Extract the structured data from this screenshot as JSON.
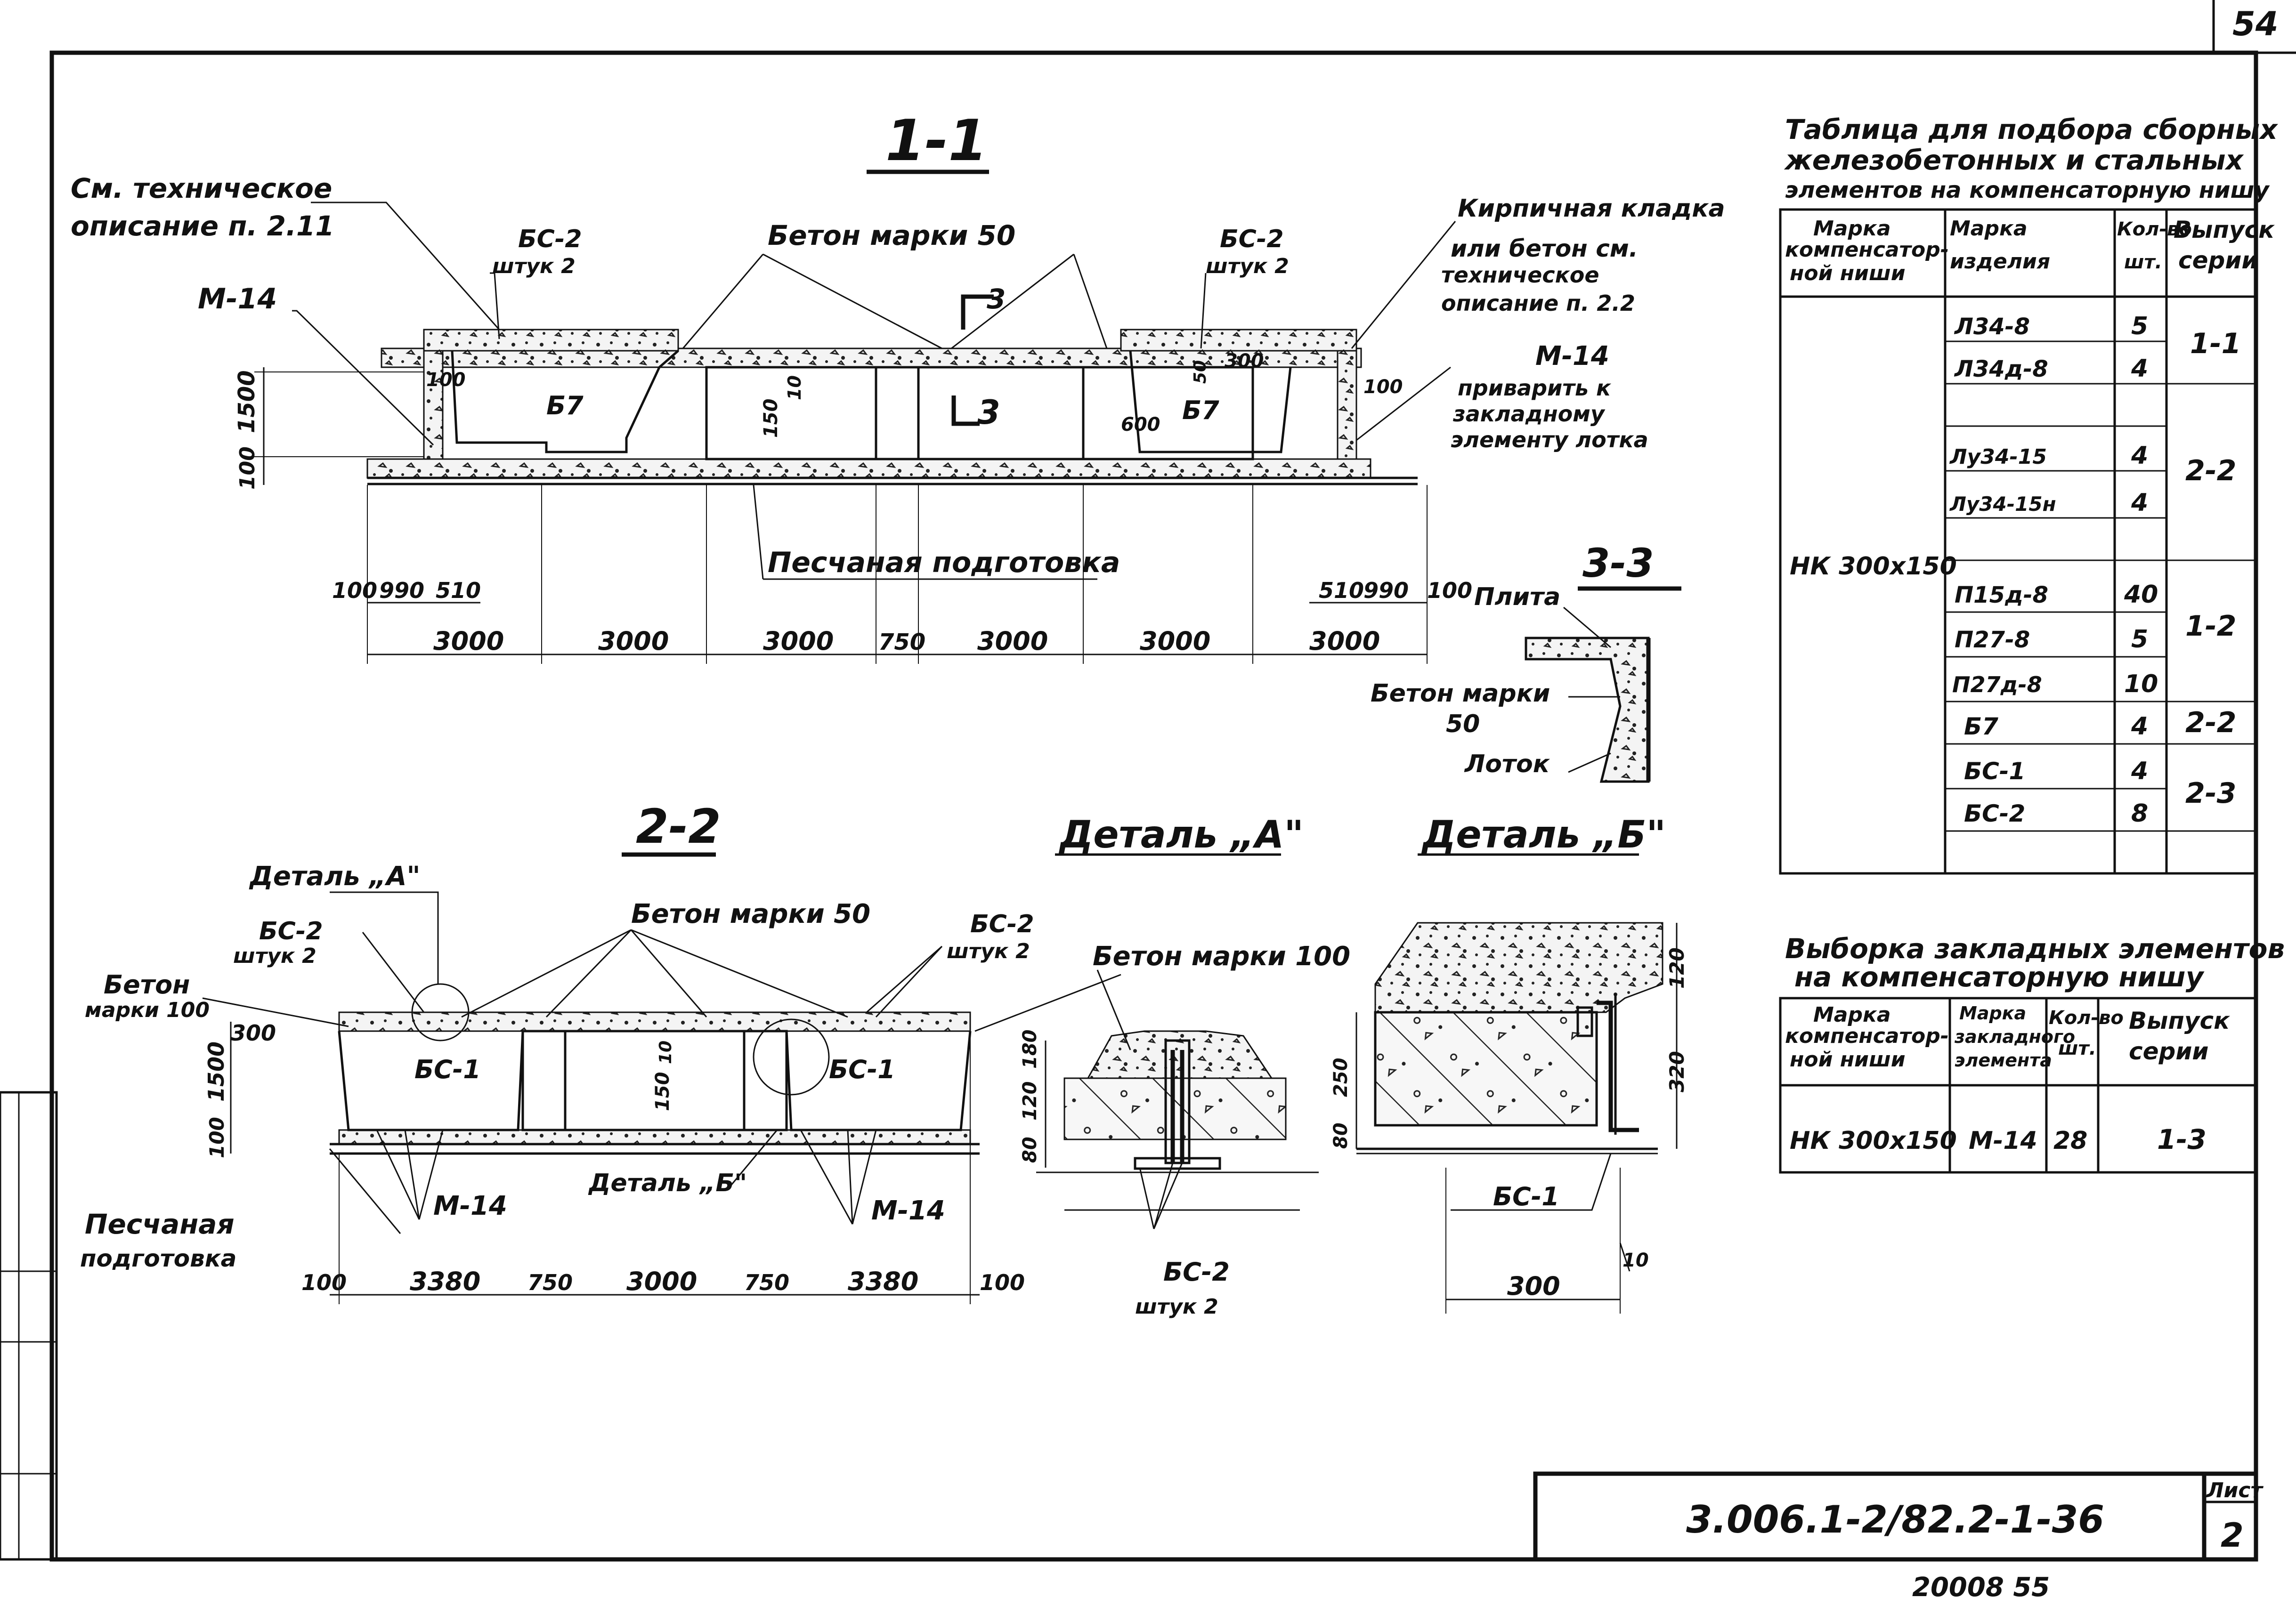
{
  "corner_number": "54",
  "sections": {
    "s11": {
      "title": "1-1",
      "labels": {
        "tech_note": "См. техническое",
        "tech_note2": "описание п. 2.11",
        "bs2_left": "БС-2",
        "bs2_left_qty": "штук 2",
        "beton50": "Бетон марки 50",
        "bs2_right": "БС-2",
        "bs2_right_qty": "штук 2",
        "brick": "Кирпичная кладка",
        "brick2": "или бетон см.",
        "brick3": "техническое",
        "brick4": "описание п. 2.2",
        "m14_left": "М-14",
        "m14_right": "М-14",
        "weld1": "приварить к",
        "weld2": "закладному",
        "weld3": "элементу лотка",
        "b7_left": "Б7",
        "b7_right": "Б7",
        "sand": "Песчаная подготовка",
        "cut_mark": "3",
        "cut_mark2": "3"
      },
      "dims": {
        "h1500": "1500",
        "h100": "100",
        "d100a": "100",
        "d100b": "100",
        "d150": "150",
        "d10": "10",
        "d300": "300",
        "d50": "50",
        "d600": "600",
        "left_small": [
          "100",
          "990",
          "510"
        ],
        "right_small": [
          "510",
          "990",
          "100"
        ],
        "spans": [
          "3000",
          "3000",
          "3000",
          "750",
          "3000",
          "3000",
          "3000"
        ]
      }
    },
    "s33": {
      "title": "3-3",
      "plate": "Плита",
      "beton": "Бетон марки",
      "beton_grade": "50",
      "tray": "Лоток"
    },
    "s22": {
      "title": "2-2",
      "detail_a_ref": "Деталь „А\"",
      "bs2": "БС-2",
      "bs2_qty": "штук 2",
      "beton50": "Бетон марки 50",
      "bs2_r": "БС-2",
      "bs2_r_qty": "штук 2",
      "beton100": "Бетон",
      "beton100b": "марки 100",
      "bs1_left": "БС-1",
      "bs1_right": "БС-1",
      "m14_left": "М-14",
      "m14_right": "М-14",
      "detail_b_ref": "Деталь „Б\"",
      "sand1": "Песчаная",
      "sand2": "подготовка",
      "dims": {
        "h300": "300",
        "h1500": "1500",
        "h100": "100",
        "d150": "150",
        "d10": "10",
        "bottom": [
          "100",
          "3380",
          "750",
          "3000",
          "750",
          "3380",
          "100"
        ]
      }
    },
    "detA": {
      "title": "Деталь „А\"",
      "beton100": "Бетон марки 100",
      "bs2": "БС-2",
      "bs2_qty": "штук 2",
      "dims": [
        "180",
        "120",
        "80"
      ]
    },
    "detB": {
      "title": "Деталь „Б\"",
      "bs1": "БС-1",
      "dims": {
        "d120": "120",
        "d250": "250",
        "d80": "80",
        "d320": "320",
        "d10": "10",
        "d300": "300"
      }
    }
  },
  "table1": {
    "title": [
      "Таблица для подбора сборных",
      "железобетонных и стальных",
      "элементов на компенсаторную нишу"
    ],
    "headers": [
      "Марка компенсатор-ной ниши",
      "Марка изделия",
      "Кол-во шт.",
      "Выпуск серии"
    ],
    "niche": "НК 300х150",
    "rows": [
      {
        "item": "Л34-8",
        "qty": "5"
      },
      {
        "item": "Л34д-8",
        "qty": "4"
      },
      {
        "item": "",
        "qty": ""
      },
      {
        "item": "Лу34-15",
        "qty": "4"
      },
      {
        "item": "Лу34-15н",
        "qty": "4"
      },
      {
        "item": "",
        "qty": ""
      },
      {
        "item": "П15д-8",
        "qty": "40"
      },
      {
        "item": "П27-8",
        "qty": "5"
      },
      {
        "item": "П27д-8",
        "qty": "10"
      },
      {
        "item": "Б7",
        "qty": "4"
      },
      {
        "item": "БС-1",
        "qty": "4"
      },
      {
        "item": "БС-2",
        "qty": "8"
      },
      {
        "item": "",
        "qty": ""
      }
    ],
    "series": [
      "1-1",
      "2-2",
      "1-2",
      "2-2",
      "2-3"
    ]
  },
  "table2": {
    "title": [
      "Выборка закладных элементов",
      "на компенсаторную нишу"
    ],
    "headers": [
      "Марка компенсатор-ной ниши",
      "Марка закладного элемента",
      "Кол-во шт.",
      "Выпуск серии"
    ],
    "row": {
      "niche": "НК 300х150",
      "element": "М-14",
      "qty": "28",
      "series": "1-3"
    }
  },
  "stamp": {
    "code": "3.006.1-2/82.2-1-36",
    "sheet_label": "Лист",
    "sheet_no": "2"
  },
  "footer": "20008 55"
}
